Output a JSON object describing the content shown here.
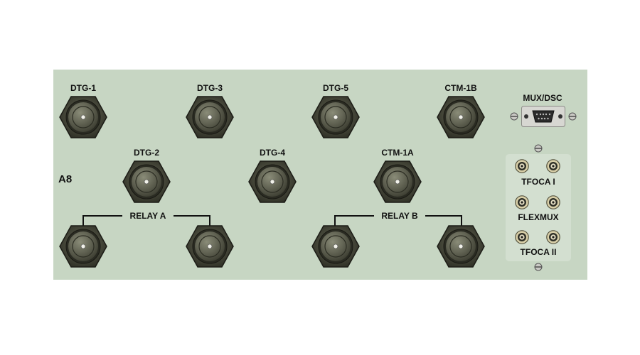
{
  "panel": {
    "id_label": "A8",
    "colors": {
      "panel": "#c7d6c3",
      "subpanel": "#d3dfd0",
      "connector": "#4a4c3c"
    }
  },
  "bnc_connectors": [
    {
      "label": "DTG-1"
    },
    {
      "label": "DTG-3"
    },
    {
      "label": "DTG-5"
    },
    {
      "label": "CTM-1B"
    },
    {
      "label": "DTG-2"
    },
    {
      "label": "DTG-4"
    },
    {
      "label": "CTM-1A"
    }
  ],
  "relay_groups": [
    {
      "label": "RELAY A"
    },
    {
      "label": "RELAY B"
    }
  ],
  "mux_dsc": {
    "label": "MUX/DSC",
    "icon": "d-sub-connector-icon"
  },
  "fiber_panel": {
    "groups": [
      {
        "label": "TFOCA I"
      },
      {
        "label": "FLEXMUX"
      },
      {
        "label": "TFOCA II"
      }
    ]
  }
}
